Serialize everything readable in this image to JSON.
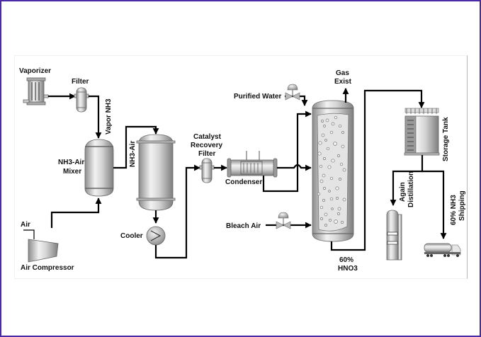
{
  "diagram": {
    "title": "Nitric Acid (HNO3) Production Process",
    "labels": {
      "vaporizer": "Vaporizer",
      "filter": "Filter",
      "vapor_nh3": "Vapor NH3",
      "mixer_line1": "NH3-Air",
      "mixer_line2": "Mixer",
      "nh3_air": "NH3-Air",
      "air": "Air",
      "air_compressor": "Air Compressor",
      "cooler": "Cooler",
      "catalyst_line1": "Catalyst",
      "catalyst_line2": "Recovery",
      "catalyst_line3": "Filter",
      "condenser": "Condenser",
      "purified_water": "Purified Water",
      "bleach_air": "Bleach Air",
      "gas_line1": "Gas",
      "gas_line2": "Exist",
      "hno3_line1": "60%",
      "hno3_line2": "HNO3",
      "storage_tank": "Storage Tank",
      "again_line1": "Again",
      "again_line2": "Distillation",
      "shipping_line1": "60% NH3",
      "shipping_line2": "Shipping"
    },
    "colors": {
      "border": "#4b2aa8",
      "pipe": "#000000",
      "equipment_light": "#eeeeee",
      "equipment_dark": "#8a8a8a"
    }
  }
}
